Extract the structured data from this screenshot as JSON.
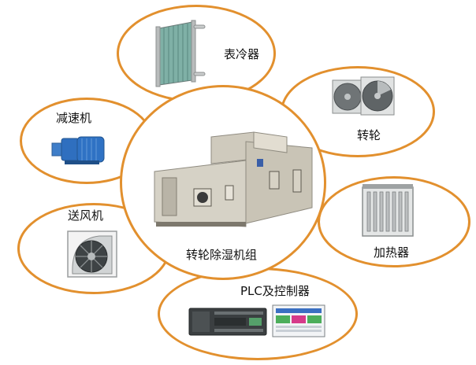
{
  "center": {
    "label": "转轮除湿机组"
  },
  "components": [
    {
      "id": "coil",
      "label": "表冷器",
      "icon": "cooling-coil-icon"
    },
    {
      "id": "wheel",
      "label": "转轮",
      "icon": "desiccant-wheel-icon"
    },
    {
      "id": "reducer",
      "label": "减速机",
      "icon": "gear-motor-icon"
    },
    {
      "id": "heater",
      "label": "加热器",
      "icon": "electric-heater-icon"
    },
    {
      "id": "fan",
      "label": "送风机",
      "icon": "blower-fan-icon"
    },
    {
      "id": "plc",
      "label": "PLC及控制器",
      "icon": "plc-controller-icon"
    }
  ],
  "colors": {
    "ring_border": "#e2902e",
    "background": "#ffffff",
    "text": "#111111"
  }
}
